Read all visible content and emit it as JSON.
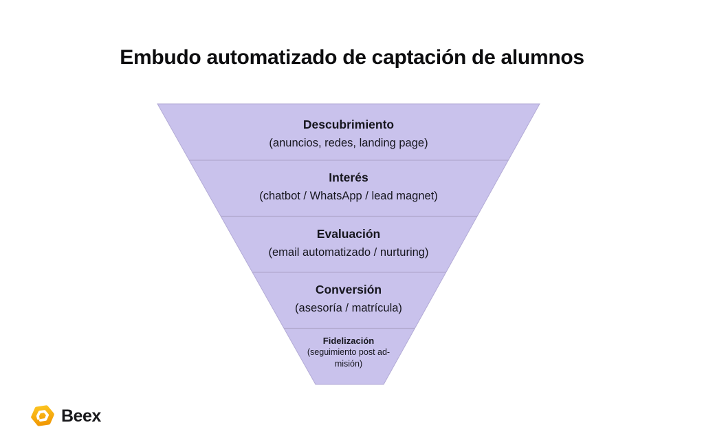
{
  "page": {
    "background_color": "#FFFFFF"
  },
  "title": "Embudo automatizado de captación de alumnos",
  "funnel": {
    "fill_color": "#C9C2EC",
    "outline_color": "#B3ABD6",
    "divider_color": "#B1A9CE",
    "text_color": "#16161E",
    "stages": [
      {
        "label": "Descubrimiento",
        "detail": "(anuncios, redes, landing page)"
      },
      {
        "label": "Interés",
        "detail": "(chatbot / WhatsApp / lead magnet)"
      },
      {
        "label": "Evaluación",
        "detail": "(email automatizado / nurturing)"
      },
      {
        "label": "Conversión",
        "detail": "(asesoría / matrícula)"
      },
      {
        "label": "Fidelización",
        "detail": "(seguimiento post ad-misión)"
      }
    ]
  },
  "logo": {
    "text": "Beex",
    "icon": "beex-hexagon-icon",
    "icon_color_top": "#FBC01D",
    "icon_color_bottom": "#F19A05",
    "text_color": "#18181B"
  }
}
